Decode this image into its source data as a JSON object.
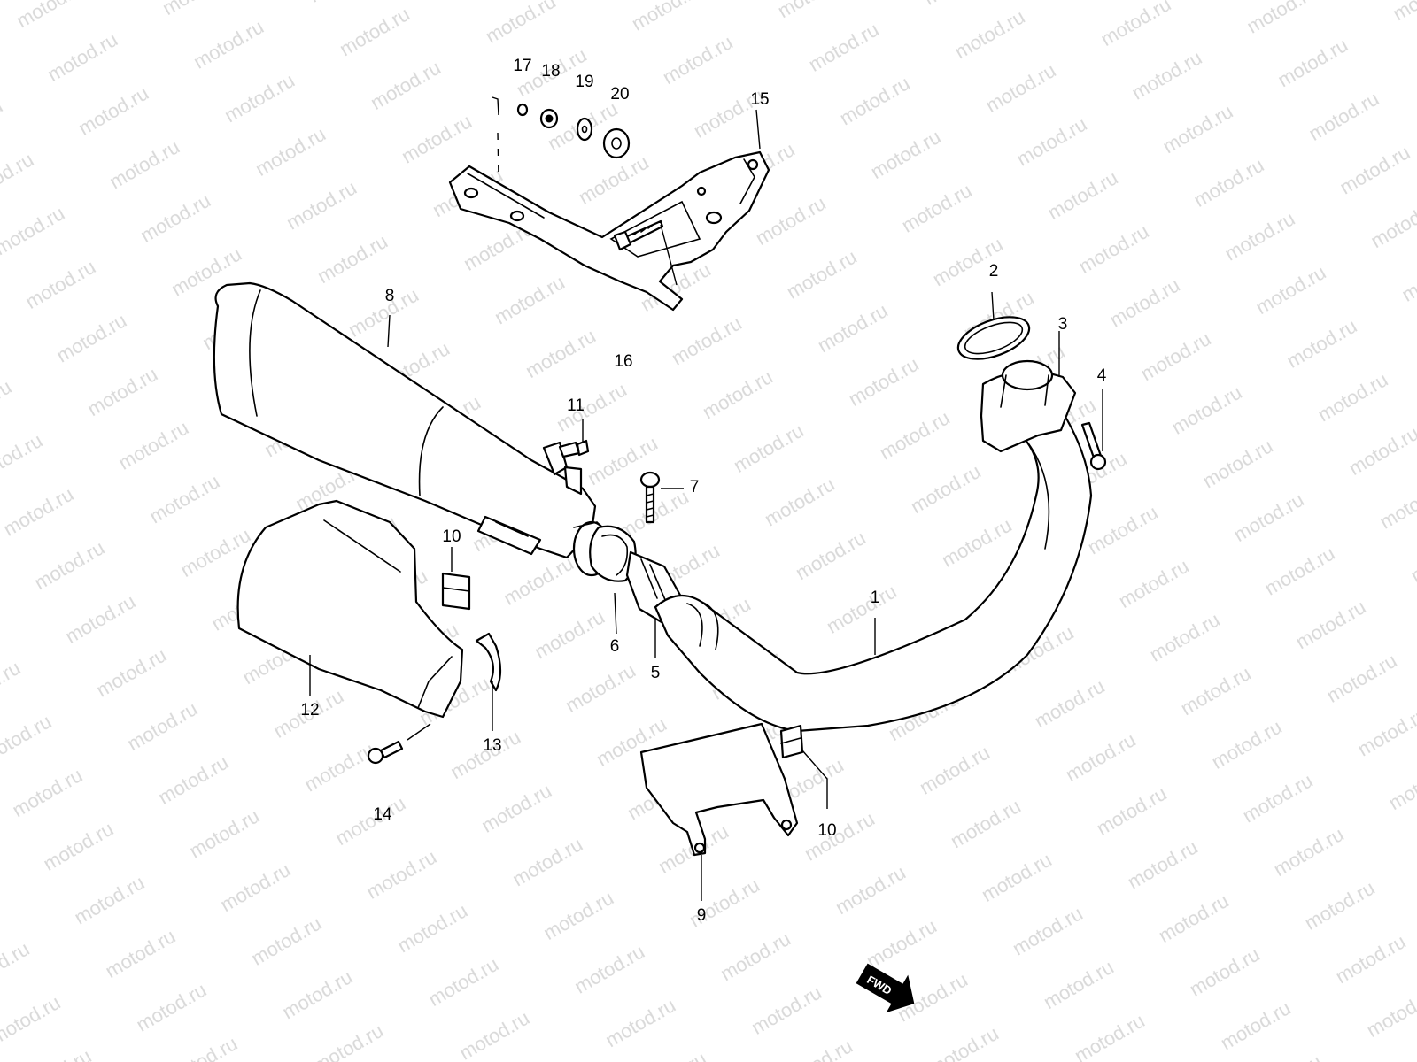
{
  "watermark": "motod.ru",
  "direction_label": "FWD",
  "callouts": {
    "c1": "1",
    "c2": "2",
    "c3": "3",
    "c4": "4",
    "c5": "5",
    "c6": "6",
    "c7": "7",
    "c8": "8",
    "c9": "9",
    "c10a": "10",
    "c10b": "10",
    "c11": "11",
    "c12": "12",
    "c13": "13",
    "c14": "14",
    "c15": "15",
    "c16": "16",
    "c17": "17",
    "c18": "18",
    "c19": "19",
    "c20": "20"
  }
}
